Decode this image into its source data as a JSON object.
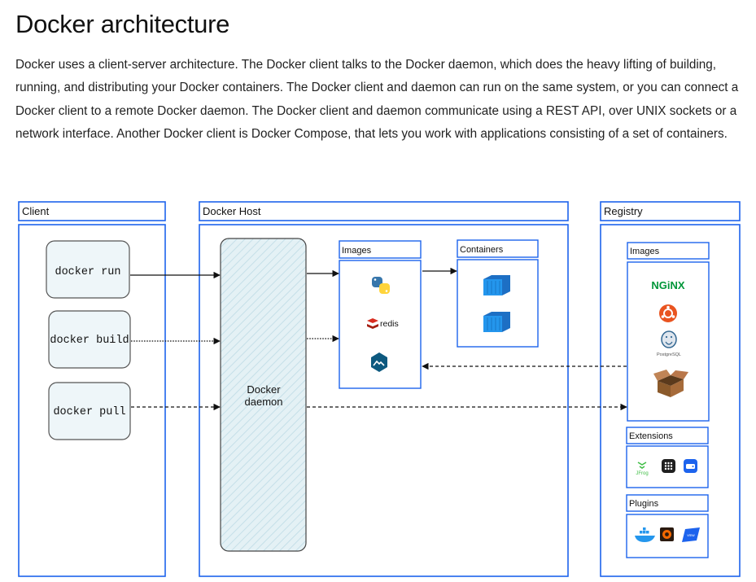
{
  "page": {
    "title": "Docker architecture",
    "intro": "Docker uses a client-server architecture. The Docker client talks to the Docker daemon, which does the heavy lifting of building, running, and distributing your Docker containers. The Docker client and daemon can run on the same system, or you can connect a Docker client to a remote Docker daemon. The Docker client and daemon communicate using a REST API, over UNIX sockets or a network interface. Another Docker client is Docker Compose, that lets you work with applications consisting of a set of containers."
  },
  "diagram": {
    "client": {
      "label": "Client",
      "commands": [
        "docker run",
        "docker build",
        "docker pull"
      ]
    },
    "host": {
      "label": "Docker Host",
      "daemon_line1": "Docker",
      "daemon_line2": "daemon",
      "images_label": "Images",
      "containers_label": "Containers",
      "images": [
        "python-logo",
        "redis-logo",
        "alpine-logo"
      ],
      "redis_text": "redis"
    },
    "registry": {
      "label": "Registry",
      "images_label": "Images",
      "extensions_label": "Extensions",
      "plugins_label": "Plugins",
      "nginx_text": "NGiNX",
      "postgres_text": "PostgreSQL",
      "images": [
        "nginx-logo",
        "ubuntu-logo",
        "postgresql-logo",
        "open-box"
      ],
      "extensions": [
        "jfrog-logo",
        "grid-app-icon",
        "disk-app-icon"
      ],
      "plugins": [
        "docker-whale-logo",
        "grafana-logo",
        "vmware-logo"
      ]
    },
    "colors": {
      "frame_blue": "#1d63ed",
      "daemon_fill": "#d7ebf1",
      "container_blue": "#2496ed",
      "nginx_green": "#009639",
      "ubuntu_orange": "#e95420",
      "alpine_blue": "#0d597f",
      "redis_red": "#d82c20"
    }
  }
}
